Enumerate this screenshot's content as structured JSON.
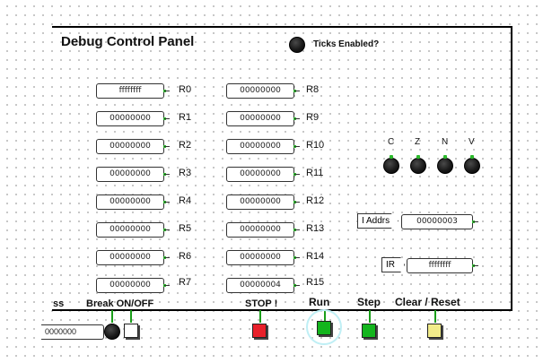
{
  "panel": {
    "title": "Debug Control Panel",
    "ticks_label": "Ticks Enabled?"
  },
  "registers": [
    {
      "name": "R0",
      "value": "ffffffff"
    },
    {
      "name": "R1",
      "value": "00000000"
    },
    {
      "name": "R2",
      "value": "00000000"
    },
    {
      "name": "R3",
      "value": "00000000"
    },
    {
      "name": "R4",
      "value": "00000000"
    },
    {
      "name": "R5",
      "value": "00000000"
    },
    {
      "name": "R6",
      "value": "00000000"
    },
    {
      "name": "R7",
      "value": "00000000"
    },
    {
      "name": "R8",
      "value": "00000000"
    },
    {
      "name": "R9",
      "value": "00000000"
    },
    {
      "name": "R10",
      "value": "00000000"
    },
    {
      "name": "R11",
      "value": "00000000"
    },
    {
      "name": "R12",
      "value": "00000000"
    },
    {
      "name": "R13",
      "value": "00000000"
    },
    {
      "name": "R14",
      "value": "00000000"
    },
    {
      "name": "R15",
      "value": "00000004"
    }
  ],
  "flags": {
    "c": "C",
    "z": "Z",
    "n": "N",
    "v": "V"
  },
  "iaddrs": {
    "label": "I Addrs",
    "value": "00000003"
  },
  "ir": {
    "label": "IR",
    "value": "ffffffff"
  },
  "buttons": {
    "partial_left": "ss",
    "break": "Break ON/OFF",
    "stop": "STOP !",
    "run": "Run",
    "step": "Step",
    "clear": "Clear / Reset"
  },
  "output_value": "0000000",
  "colors": {
    "stop": "#e8202a",
    "run": "#13b51d",
    "step": "#13b51d",
    "clear": "#f2ec8a",
    "wire": "#1a9e1a"
  }
}
